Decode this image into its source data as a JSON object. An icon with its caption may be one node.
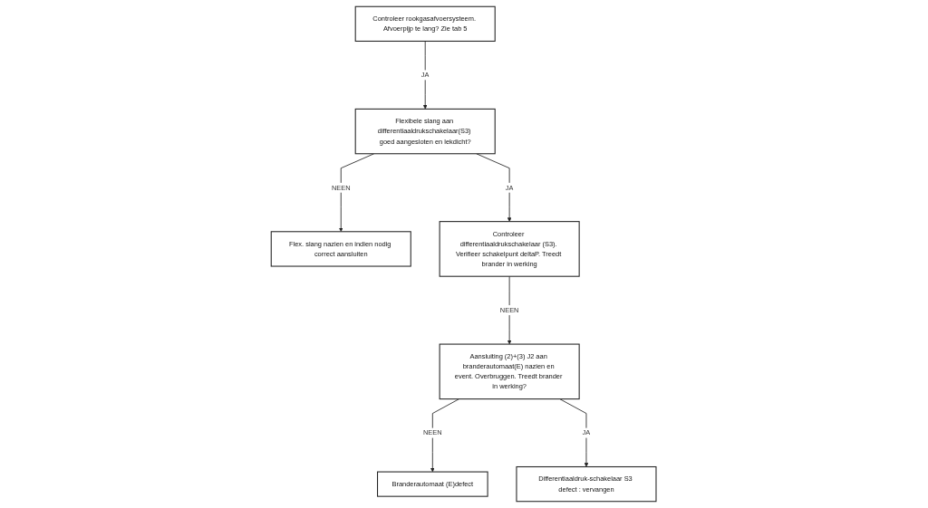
{
  "diagram": {
    "nodes": [
      {
        "text": [
          "Controleer rookgasafvoersysteem. Afvoerpijp te lang? Zie tab 5"
        ]
      },
      {
        "text": [
          "Flexibele slang aan differentiaaldrukschakelaar(S3) goed aangesloten en lekdicht?"
        ]
      },
      {
        "text": [
          "Flex. slang nazien en indien nodig correct aansluiten"
        ]
      },
      {
        "text": [
          "Controleer differentiaaldrukschakelaar (S3). Verifieer schakelpunt deltaP. Treedt brander in werking"
        ]
      },
      {
        "text": [
          "Aansluiting (2)+(3) J2 aan branderautomaat(E) nazien en event. Overbruggen. Treedt brander in werking?"
        ]
      },
      {
        "text": [
          "Branderautomaat (E)defect"
        ]
      },
      {
        "text": [
          "Differentiaaldruk-schakelaar S3 defect : vervangen"
        ]
      }
    ],
    "edges": [
      {
        "from": 0,
        "to": 1,
        "arrow": "to",
        "label": "JA"
      },
      {
        "from": 1,
        "to": 2,
        "arrow": "to",
        "label": "NEEN"
      },
      {
        "from": 1,
        "to": 3,
        "arrow": "to",
        "label": "JA"
      },
      {
        "from": 3,
        "to": 4,
        "arrow": "to",
        "label": "NEEN"
      },
      {
        "from": 4,
        "to": 5,
        "arrow": "to",
        "label": "NEEN"
      },
      {
        "from": 4,
        "to": 6,
        "arrow": "to",
        "label": "JA"
      }
    ]
  }
}
